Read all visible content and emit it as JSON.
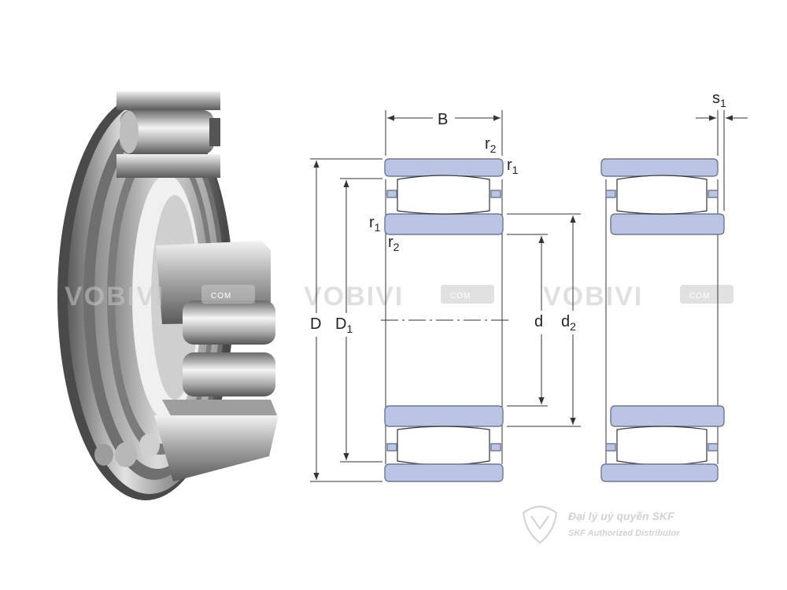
{
  "dimensions": {
    "B": "B",
    "r2_top": {
      "base": "r",
      "sub": "2"
    },
    "r1_top": {
      "base": "r",
      "sub": "1"
    },
    "r1_side": {
      "base": "r",
      "sub": "1"
    },
    "r2_side": {
      "base": "r",
      "sub": "2"
    },
    "D": "D",
    "D1": {
      "base": "D",
      "sub": "1"
    },
    "d": "d",
    "d2": {
      "base": "d",
      "sub": "2"
    },
    "s1": {
      "base": "s",
      "sub": "1"
    }
  },
  "watermark": {
    "brand": "VOBIVI",
    "domain": "COM"
  },
  "footer": {
    "line1": "Đại lý uỷ quyền SKF",
    "line2": "SKF Authorized Distributor"
  },
  "colors": {
    "ring_fill": "#b9c5e3",
    "ring_stroke": "#6d7894",
    "line": "#333333",
    "watermark": "#c8c8c8"
  }
}
